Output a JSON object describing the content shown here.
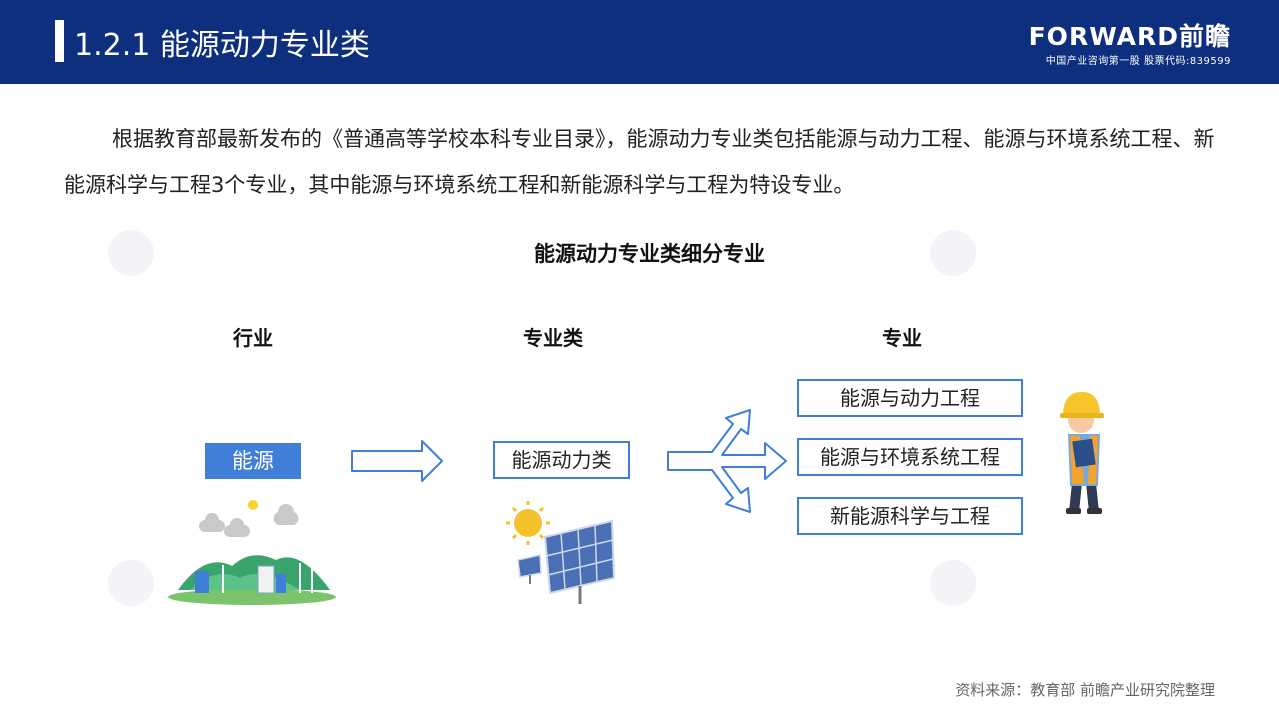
{
  "header": {
    "title": "1.2.1 能源动力专业类",
    "logo_main": "FORWARD前瞻",
    "logo_sub": "中国产业咨询第一股 股票代码:839599"
  },
  "intro": "根据教育部最新发布的《普通高等学校本科专业目录》，能源动力专业类包括能源与动力工程、能源与环境系统工程、新能源科学与工程3个专业，其中能源与环境系统工程和新能源科学与工程为特设专业。",
  "diagram": {
    "title": "能源动力专业类细分专业",
    "columns": {
      "industry": "行业",
      "category": "专业类",
      "major": "专业"
    },
    "industry_label": "能源",
    "category_label": "能源动力类",
    "majors": [
      "能源与动力工程",
      "能源与环境系统工程",
      "新能源科学与工程"
    ]
  },
  "source": "资料来源：教育部 前瞻产业研究院整理",
  "colors": {
    "header_bg": "#0d2f7e",
    "accent_blue": "#3f7fd8",
    "white": "#ffffff"
  },
  "icons": [
    "green-energy-landscape-icon",
    "solar-panel-icon",
    "sun-icon",
    "engineer-worker-icon"
  ]
}
